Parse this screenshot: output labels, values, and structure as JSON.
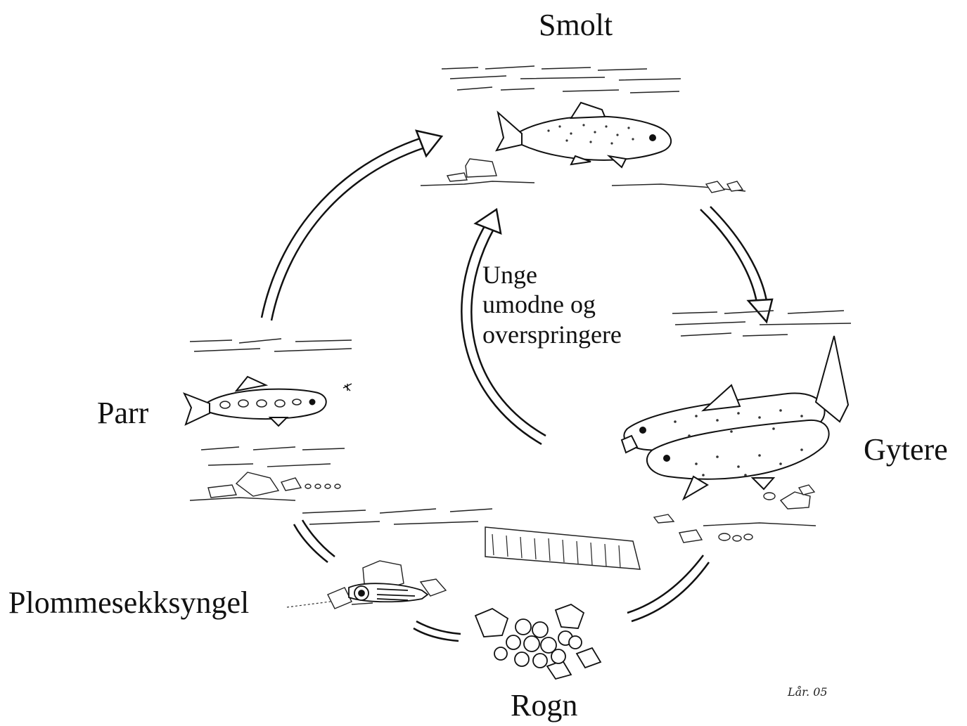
{
  "stages": {
    "smolt": "Smolt",
    "gytere": "Gytere",
    "rogn": "Rogn",
    "plommesekksyngel": "Plommesekksyngel",
    "parr": "Parr"
  },
  "inner_cycle": {
    "lines": [
      "Unge",
      "umodne og",
      "overspringere"
    ]
  },
  "signature": "Lår. 05"
}
